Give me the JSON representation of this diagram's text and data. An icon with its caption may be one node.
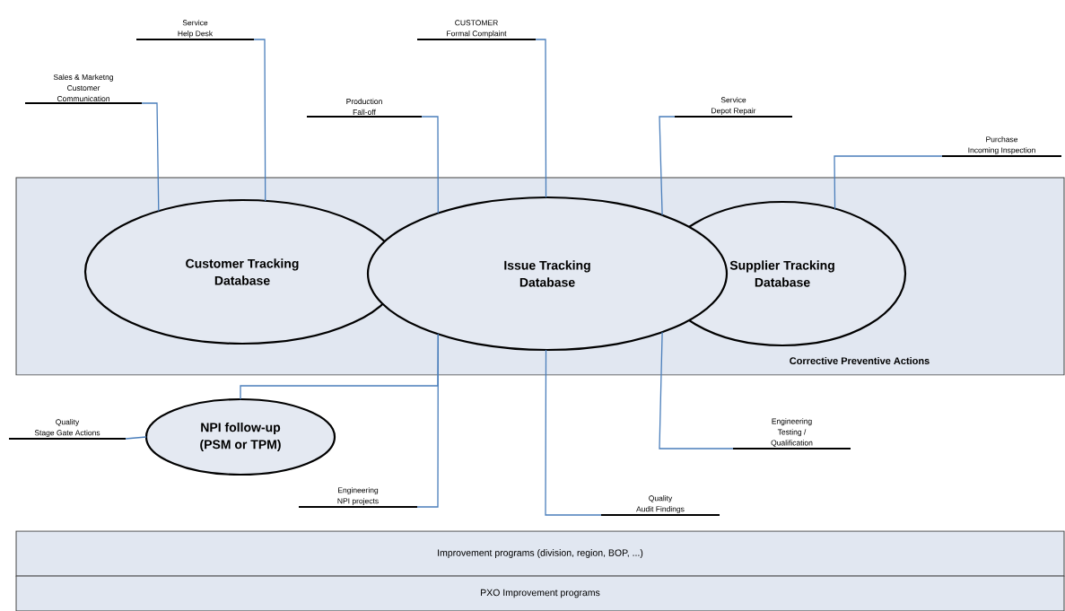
{
  "diagram": {
    "nodes": [
      {
        "text": [
          "Corrective Preventive Actions"
        ]
      },
      {
        "text": [
          "Customer Tracking Database"
        ],
        "in": 0
      },
      {
        "text": [
          "Issue Tracking Database"
        ],
        "in": 0
      },
      {
        "text": [
          "Supplier Tracking Database"
        ],
        "in": 0
      },
      {
        "text": [
          "NPI follow-up (PSM or TPM)"
        ]
      },
      {
        "text": [
          "Improvement programs (division, region, BOP, ...)"
        ]
      },
      {
        "text": [
          "PXO Improvement programs"
        ]
      },
      {
        "text": [
          "Sales & Marketng",
          "Customer Communication"
        ]
      },
      {
        "text": [
          "Service",
          "Help Desk"
        ]
      },
      {
        "text": [
          "Production",
          "Fall-off"
        ]
      },
      {
        "text": [
          "CUSTOMER",
          "Formal Complaint"
        ]
      },
      {
        "text": [
          "Service",
          "Depot Repair"
        ]
      },
      {
        "text": [
          "Purchase",
          "Incoming Inspection"
        ]
      },
      {
        "text": [
          "Quality",
          "Stage Gate Actions"
        ]
      },
      {
        "text": [
          "Engineering",
          "NPI projects"
        ]
      },
      {
        "text": [
          "Quality",
          "Audit Findings"
        ]
      },
      {
        "text": [
          "Engineering",
          "Testing / Qualification"
        ]
      }
    ],
    "edges": [
      {
        "from": 7,
        "to": 1,
        "arrow": "none"
      },
      {
        "from": 8,
        "to": 1,
        "arrow": "none"
      },
      {
        "from": 9,
        "to": 2,
        "arrow": "none"
      },
      {
        "from": 10,
        "to": 2,
        "arrow": "none"
      },
      {
        "from": 11,
        "to": 2,
        "arrow": "none"
      },
      {
        "from": 12,
        "to": 3,
        "arrow": "none"
      },
      {
        "from": 13,
        "to": 4,
        "arrow": "none"
      },
      {
        "from": 14,
        "to": 2,
        "arrow": "none"
      },
      {
        "from": 2,
        "to": 4,
        "arrow": "none"
      },
      {
        "from": 15,
        "to": 2,
        "arrow": "none"
      },
      {
        "from": 16,
        "to": 2,
        "arrow": "none"
      }
    ]
  }
}
